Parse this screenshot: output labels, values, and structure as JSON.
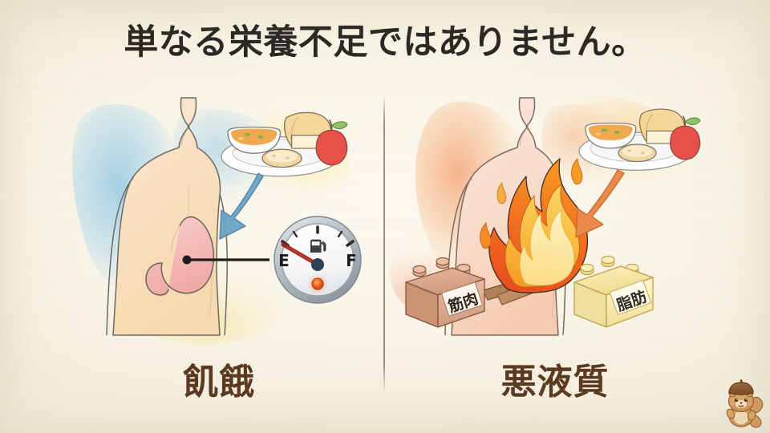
{
  "slide": {
    "title": "単なる栄養不足ではありません。",
    "background_color": "#faf6ea",
    "title_color": "#2b2723",
    "caption_color": "#5b3a20",
    "divider_color": "#7a7264"
  },
  "panels": [
    {
      "id": "starvation",
      "caption": "飢餓",
      "wash_color": "#a8d0e8",
      "accent_color": "#5b96bd",
      "elements": {
        "body_figure": "human-torso",
        "organ": "stomach",
        "organ_color": "#f2b6b4",
        "food_plate": "plate-of-food",
        "arrow_direction": "down-left",
        "arrow_color": "#5b96bd",
        "gauge": {
          "label_empty": "E",
          "label_full": "F",
          "icon": "fuel-pump-icon",
          "needle_position": "empty",
          "needle_color": "#a02620",
          "warning_light_color": "#f4591e"
        }
      }
    },
    {
      "id": "cachexia",
      "caption": "悪液質",
      "wash_color": "#f0a878",
      "accent_color": "#e2702f",
      "elements": {
        "body_figure": "human-torso",
        "fire": "burning-flame",
        "fire_colors": [
          "#e8491d",
          "#f79420",
          "#fbd565",
          "#fdf0b4"
        ],
        "food_plate": "plate-of-food",
        "arrow_direction": "down-left",
        "arrow_color": "#e2702f",
        "blocks": [
          {
            "label": "筋肉",
            "color": "#c98e72",
            "kind": "muscle-block"
          },
          {
            "label": "脂肪",
            "color": "#f2de96",
            "kind": "fat-block"
          }
        ]
      }
    }
  ],
  "mascot": {
    "name": "squirrel-mascot",
    "body_color": "#d79a5e",
    "hat_color": "#8b5a2b"
  }
}
